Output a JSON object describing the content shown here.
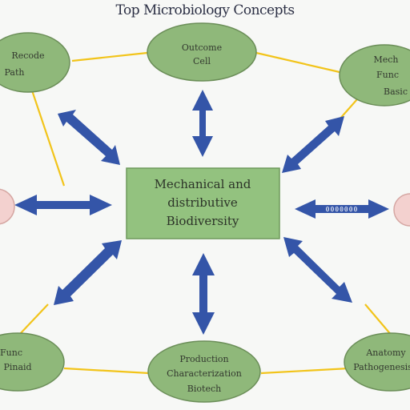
{
  "title": "Top Microbiology Concepts",
  "center": {
    "lines": [
      "Mechanical and",
      "distributive",
      "Biodiversity"
    ]
  },
  "nodes": {
    "top_left": {
      "lines": [
        "Recode",
        "Path"
      ]
    },
    "top_center": {
      "lines": [
        "Outcome",
        "Cell"
      ]
    },
    "top_right": {
      "lines": [
        "Mech",
        "Func",
        "Basic"
      ]
    },
    "bottom_left": {
      "lines": [
        "Func",
        "Pinaid"
      ]
    },
    "bottom_center": {
      "lines": [
        "Production",
        "Characterization",
        "Biotech"
      ]
    },
    "bottom_right": {
      "lines": [
        "Anatomy",
        "Pathogenesis"
      ]
    },
    "mid_left": {
      "lines": []
    },
    "mid_right": {
      "lines": []
    }
  },
  "arrow_labels": {
    "right": "0000000"
  },
  "colors": {
    "node_fill": "#8fb87a",
    "node_stroke": "#6b8e58",
    "center_fill": "#93c27f",
    "connector": "#f2c41a",
    "arrow": "#3455a8",
    "pink_node": "#f3d1cf"
  }
}
